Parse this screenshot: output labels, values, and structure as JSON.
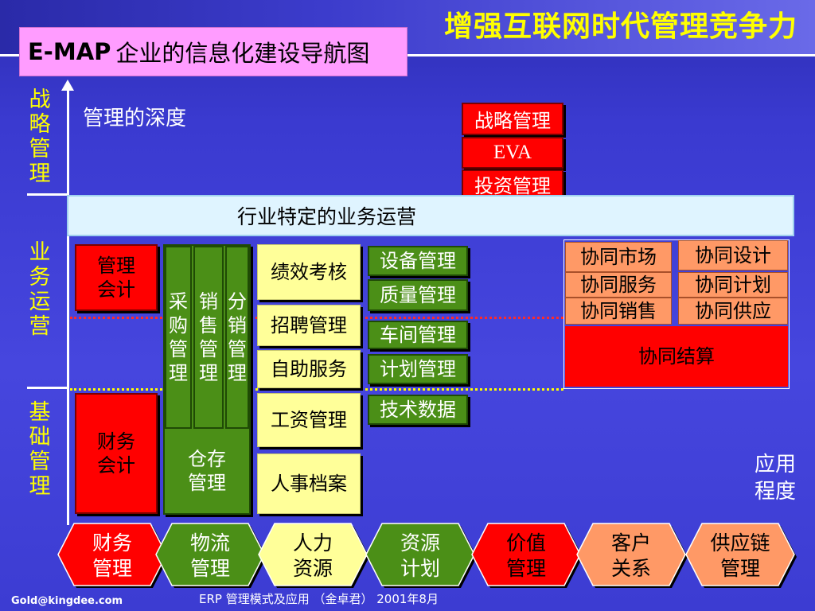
{
  "header": {
    "main_title": "增强互联网时代管理竞争力",
    "subtitle_emap": "E-MAP",
    "subtitle_rest": "企业的信息化建设导航图"
  },
  "axis": {
    "y_label": "管理的深度",
    "x_label_line1": "应用",
    "x_label_line2": "程度"
  },
  "layers": {
    "strategy": "战略管理",
    "business": "业务运营",
    "base": "基础管理"
  },
  "banner": "行业特定的业务运营",
  "strategy_stack": [
    "战略管理",
    "EVA",
    "投资管理"
  ],
  "finance": {
    "mgmt_accounting_1": "管理",
    "mgmt_accounting_2": "会计",
    "fin_accounting_1": "财务",
    "fin_accounting_2": "会计"
  },
  "logistics": {
    "purchasing": "采购管理",
    "sales": "销售管理",
    "distribution": "分销管理",
    "warehouse_1": "仓存",
    "warehouse_2": "管理"
  },
  "hr": [
    "绩效考核",
    "招聘管理",
    "自助服务",
    "工资管理",
    "人事档案"
  ],
  "resource": [
    "设备管理",
    "质量管理",
    "车间管理",
    "计划管理",
    "技术数据"
  ],
  "collab": {
    "market": "协同市场",
    "service": "协同服务",
    "sales": "协同销售",
    "design": "协同设计",
    "plan": "协同计划",
    "supply": "协同供应",
    "settlement": "协同结算"
  },
  "bottom": [
    {
      "l1": "财务",
      "l2": "管理",
      "fill": "#ff0000",
      "text": "#ffffff"
    },
    {
      "l1": "物流",
      "l2": "管理",
      "fill": "#4b8f17",
      "text": "#ffffff"
    },
    {
      "l1": "人力",
      "l2": "资源",
      "fill": "#ffff99",
      "text": "#000000"
    },
    {
      "l1": "资源",
      "l2": "计划",
      "fill": "#4b8f17",
      "text": "#ffffff"
    },
    {
      "l1": "价值",
      "l2": "管理",
      "fill": "#ff0000",
      "text": "#000000"
    },
    {
      "l1": "客户",
      "l2": "关系",
      "fill": "#ff9966",
      "text": "#000000"
    },
    {
      "l1": "供应链",
      "l2": "管理",
      "fill": "#ff9966",
      "text": "#000000"
    }
  ],
  "footer": {
    "email": "Gold@kingdee.com",
    "citation": "ERP 管理模式及应用 （金卓君） 2001年8月"
  }
}
